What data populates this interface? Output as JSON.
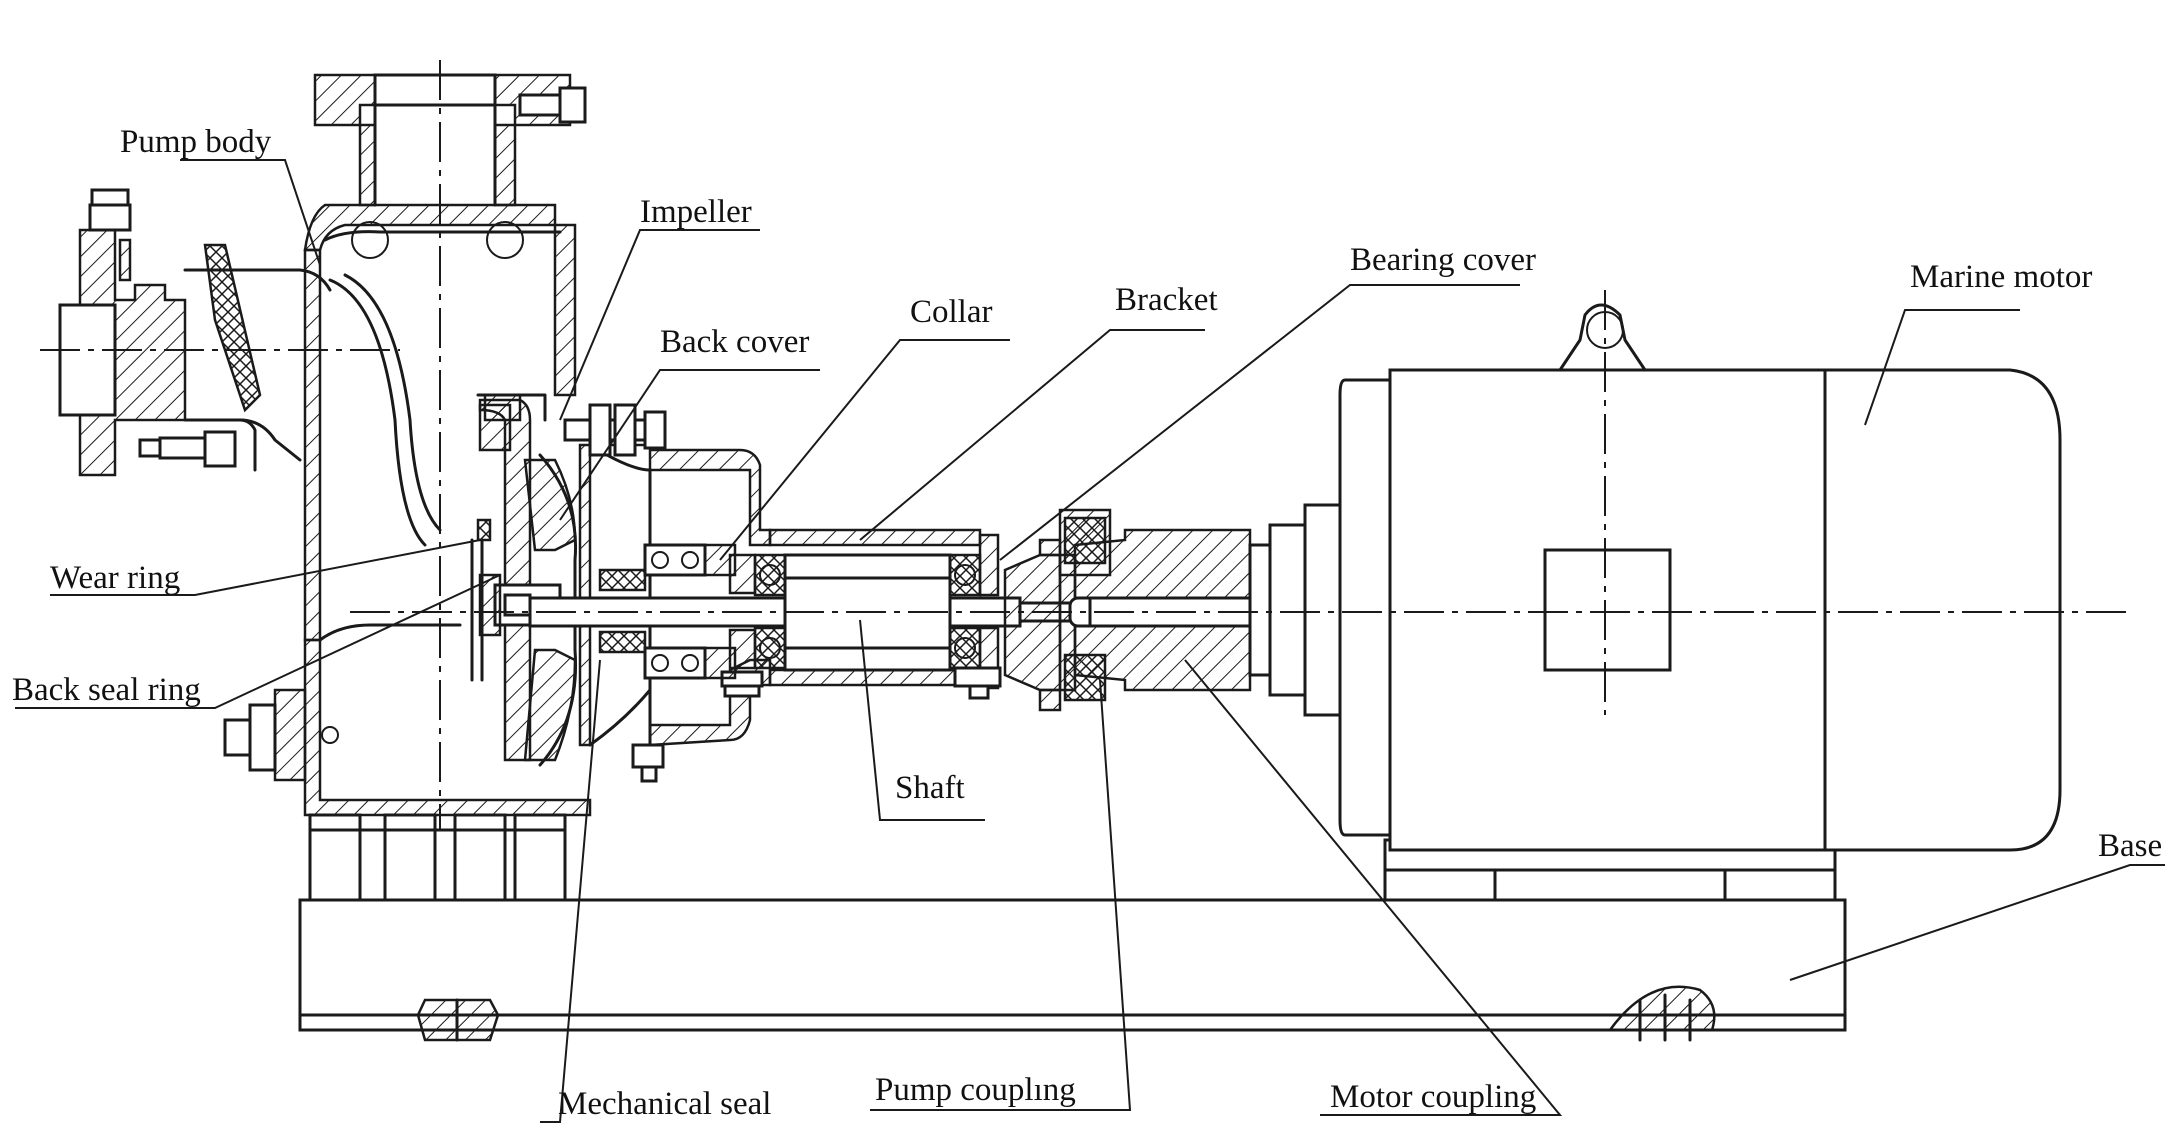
{
  "labels": {
    "pump_body": "Pump body",
    "impeller": "Impeller",
    "back_cover": "Back cover",
    "collar": "Collar",
    "bracket": "Bracket",
    "bearing_cover": "Bearing cover",
    "marine_motor": "Marine motor",
    "wear_ring": "Wear ring",
    "back_seal_ring": "Back seal ring",
    "shaft": "Shaft",
    "base": "Base",
    "mechanical_seal": "Mechanical seal",
    "pump_coupling": "Pump couplıng",
    "motor_coupling": "Motor coupling"
  },
  "colors": {
    "line": "#1a1a1a",
    "background": "#ffffff"
  }
}
